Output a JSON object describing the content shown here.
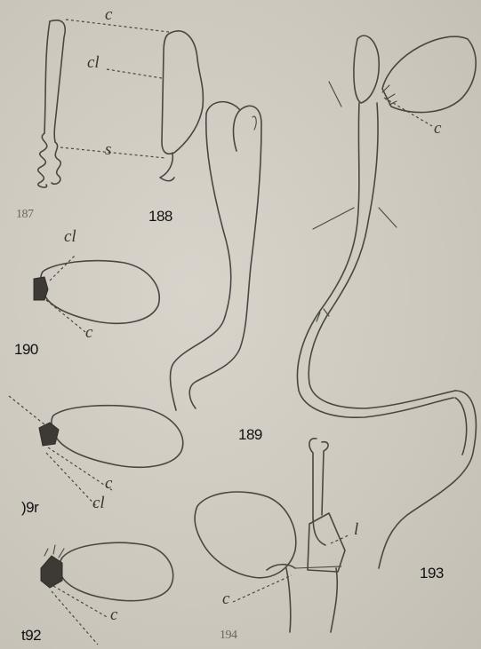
{
  "figure_numbers": {
    "f187": "187",
    "f188": "188",
    "f189": "189",
    "f190": "190",
    "f191": ")9r",
    "f192": "t92",
    "f193": "193",
    "f194": "194"
  },
  "labels": {
    "fig187_c": "c",
    "fig187_cl": "cl",
    "fig187_s": "s",
    "fig190_cl": "cl",
    "fig190_c": "c",
    "fig191_c": "c",
    "fig191_cl": "cl",
    "fig192_c": "c",
    "fig193_c": "c",
    "fig194_c": "c",
    "fig194_l": "l"
  },
  "colors": {
    "ink": "#4a4742",
    "paper": "#cfcac0"
  }
}
